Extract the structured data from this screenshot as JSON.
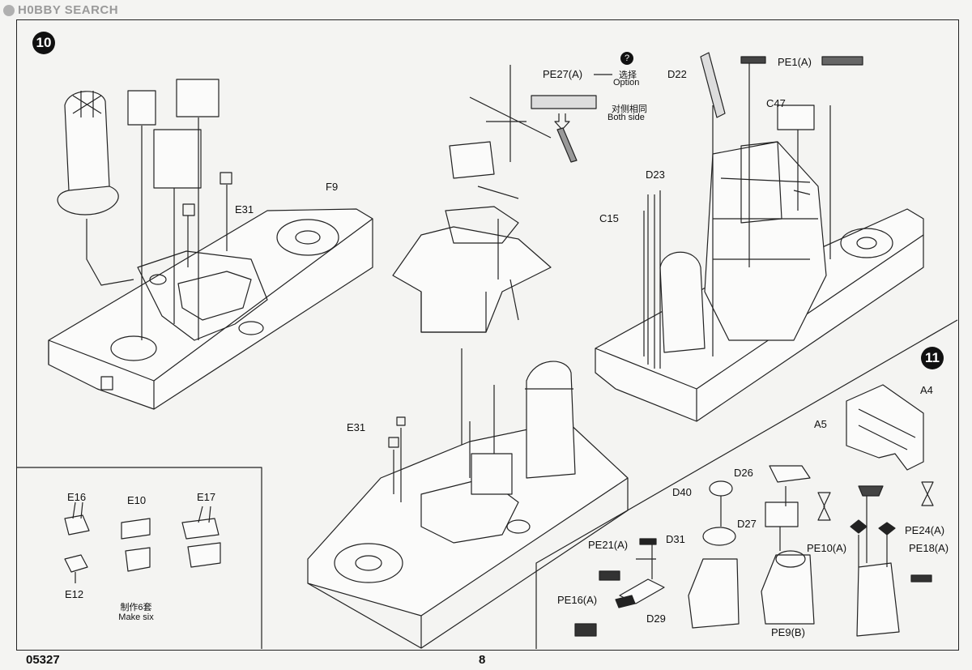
{
  "watermark": {
    "text": "H0BBY SEARCH"
  },
  "steps": {
    "s10": "10",
    "s11": "11"
  },
  "labels": {
    "F9": "F9",
    "E31_top": "E31",
    "E31_mid": "E31",
    "PE27A": "PE27(A)",
    "option_cn": "选择",
    "option_en": "Option",
    "both_cn": "对侧相同",
    "both_en": "Both side",
    "D22": "D22",
    "PE1A": "PE1(A)",
    "C47": "C47",
    "D23": "D23",
    "C15": "C15",
    "E16": "E16",
    "E10": "E10",
    "E17": "E17",
    "E12": "E12",
    "make_cn": "制作6套",
    "make_en": "Make six",
    "A4": "A4",
    "A5": "A5",
    "D26": "D26",
    "D40": "D40",
    "D27": "D27",
    "D31": "D31",
    "PE10A": "PE10(A)",
    "PE24A": "PE24(A)",
    "PE18A": "PE18(A)",
    "PE21A": "PE21(A)",
    "PE16A": "PE16(A)",
    "D29": "D29",
    "PE9B": "PE9(B)"
  },
  "option_icon": "question-icon",
  "footer": {
    "code": "05327",
    "page": "8"
  }
}
